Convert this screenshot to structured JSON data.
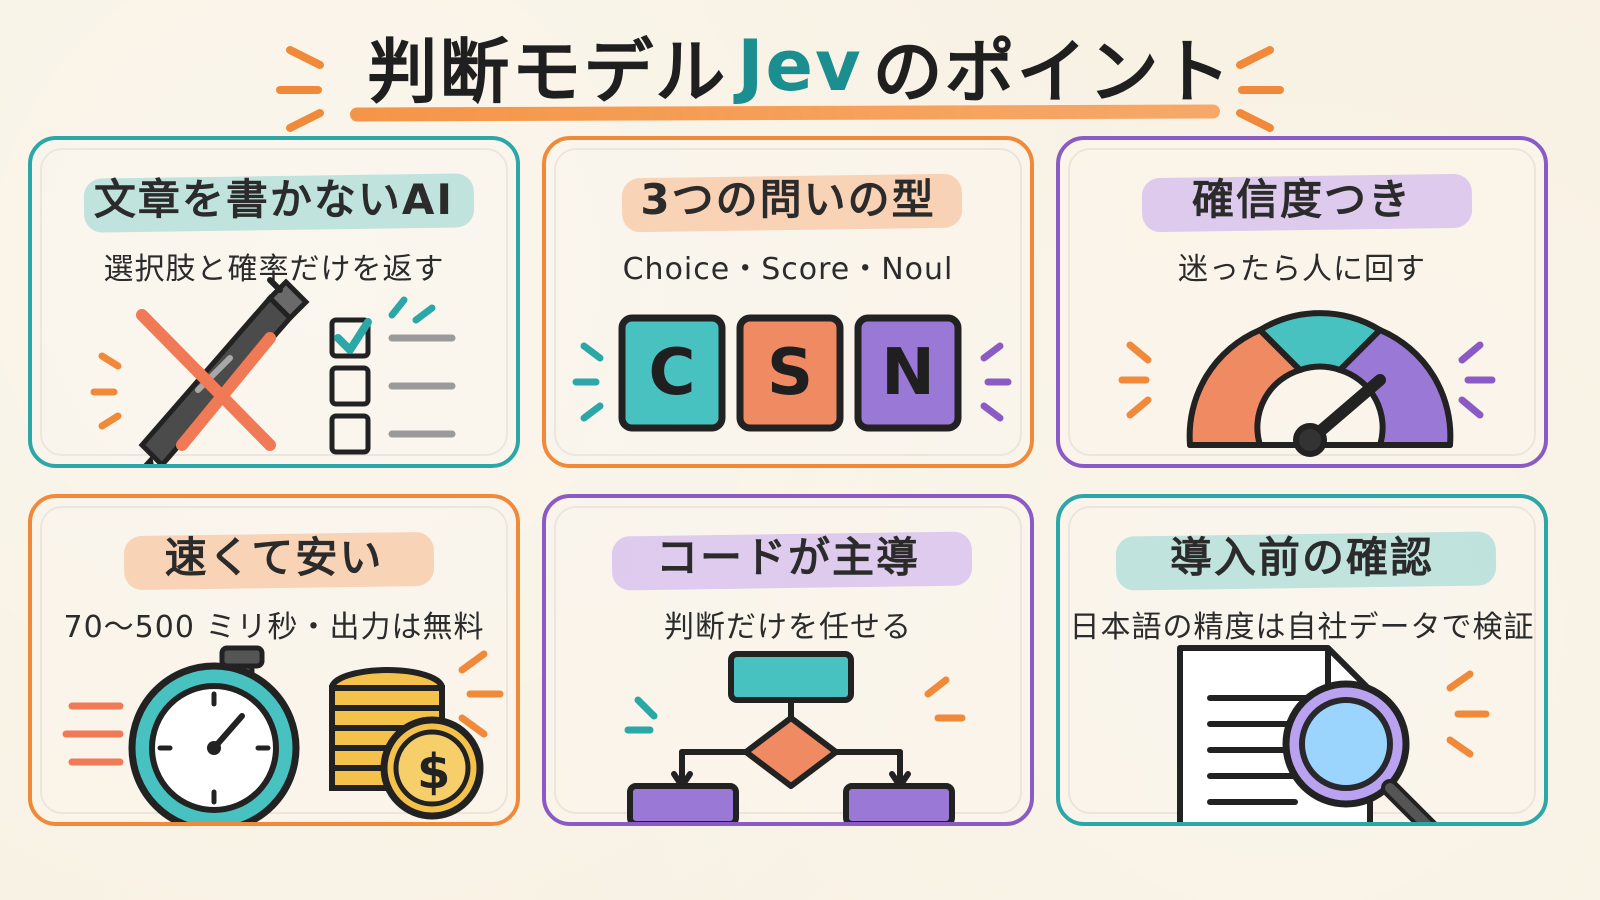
{
  "title": {
    "prefix": "判断モデル",
    "accent": "Jev",
    "suffix": "のポイント"
  },
  "cards": [
    {
      "id": "text-ai",
      "title": "文章を書かないAI",
      "subtitle": "選択肢と確率だけを返す",
      "color": "#2aa7a6",
      "icons": [
        "pen-icon",
        "cross-icon",
        "checkbox-checked-icon",
        "checkbox-icon",
        "list-lines-icon"
      ]
    },
    {
      "id": "three-types",
      "title": "3つの問いの型",
      "subtitle": "Choice・Score・Noul",
      "color": "#f08a3a",
      "tiles": [
        "C",
        "S",
        "N"
      ],
      "tile_colors": [
        "#47c2c0",
        "#f08a63",
        "#9a78d6"
      ]
    },
    {
      "id": "confidence",
      "title": "確信度つき",
      "subtitle": "迷ったら人に回す",
      "color": "#8a5bc5",
      "icons": [
        "gauge-icon",
        "needle-icon"
      ]
    },
    {
      "id": "fast-cheap",
      "title": "速くて安い",
      "subtitle": "70～500 ミリ秒・出力は無料",
      "color": "#f08a3a",
      "icons": [
        "stopwatch-icon",
        "coins-icon",
        "dollar-icon"
      ]
    },
    {
      "id": "code-led",
      "title": "コードが主導",
      "subtitle": "判断だけを任せる",
      "color": "#8a5bc5",
      "icons": [
        "flowchart-icon"
      ]
    },
    {
      "id": "check-before",
      "title": "導入前の確認",
      "subtitle": "日本語の精度は自社データで検証",
      "color": "#2aa7a6",
      "icons": [
        "document-icon",
        "magnifier-icon"
      ]
    }
  ]
}
